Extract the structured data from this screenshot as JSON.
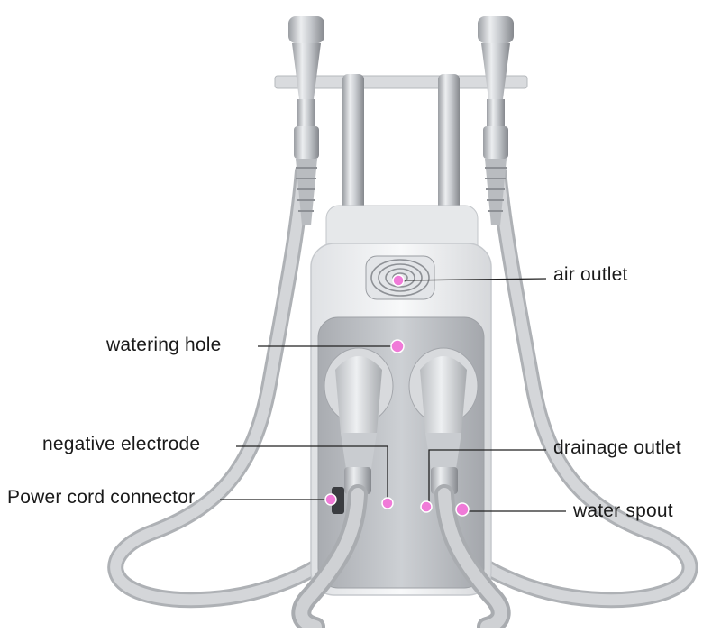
{
  "diagram": {
    "labels": {
      "air_outlet": "air outlet",
      "watering_hole": "watering hole",
      "negative_electrode": "negative electrode",
      "drainage_outlet": "drainage outlet",
      "power_cord_connector": "Power cord connector",
      "water_spout": "water spout"
    },
    "colors": {
      "marker": "#f07ad8",
      "body": "#f2f3f5",
      "panel": "#bfc2c7",
      "hose": "#c7c9cc",
      "leader_line": "#222222"
    }
  }
}
